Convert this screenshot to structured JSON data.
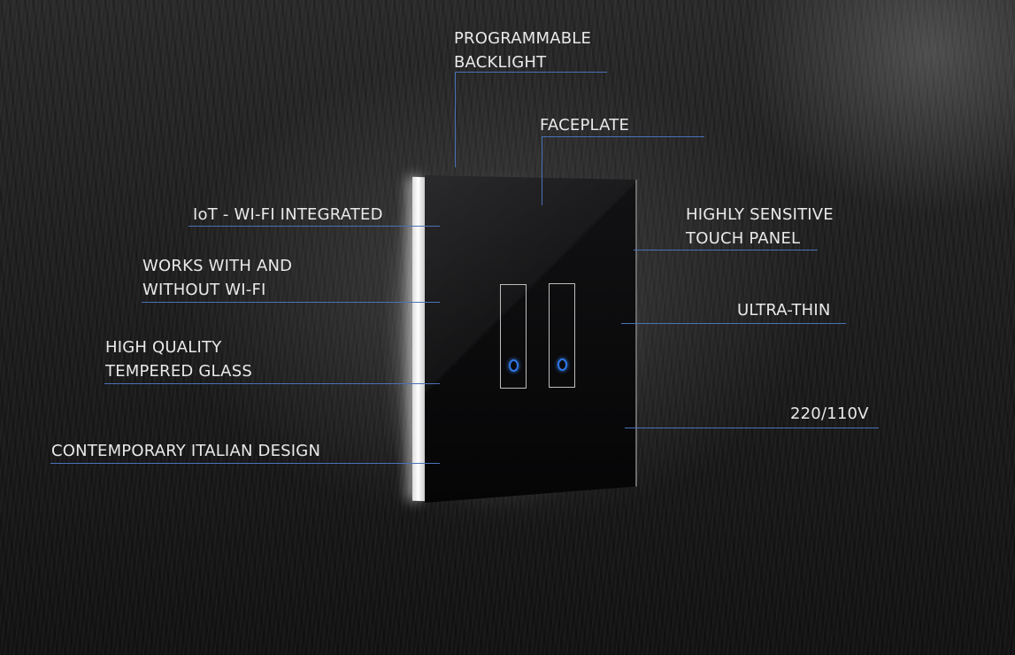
{
  "callouts": {
    "programmable_backlight": [
      "PROGRAMMABLE",
      "BACKLIGHT"
    ],
    "faceplate": [
      "FACEPLATE"
    ],
    "iot_wifi": [
      "IoT - WI-FI INTEGRATED"
    ],
    "works_with_without_wifi": [
      "WORKS WITH AND",
      "WITHOUT WI-FI"
    ],
    "tempered_glass": [
      "HIGH QUALITY",
      "TEMPERED GLASS"
    ],
    "italian_design": [
      "CONTEMPORARY ITALIAN DESIGN"
    ],
    "touch_panel": [
      "HIGHLY SENSITIVE",
      "TOUCH PANEL"
    ],
    "ultra_thin": [
      "ULTRA-THIN"
    ],
    "voltage": [
      "220/110V"
    ]
  },
  "colors": {
    "callout_line": "#4a72b8",
    "label_text": "#e9e9e9",
    "led_blue": "#2f78e8"
  }
}
